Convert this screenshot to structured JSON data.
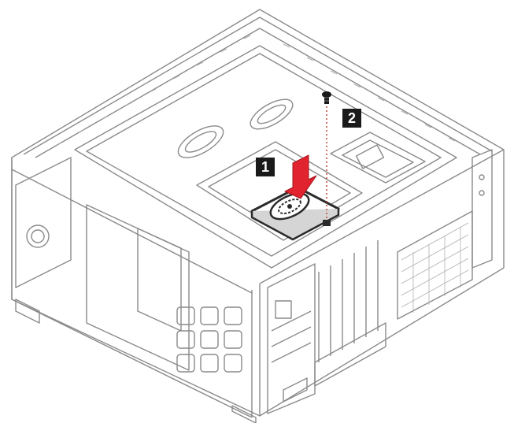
{
  "steps": [
    {
      "number": "1",
      "action": "push-down-arrow"
    },
    {
      "number": "2",
      "action": "screw"
    }
  ],
  "icons": {
    "arrow": "down-arrow-icon",
    "screw": "screw-icon"
  },
  "colors": {
    "line": "#8a8a8a",
    "arrow": "#e0232e",
    "badge_bg": "#1a1a1a",
    "badge_text": "#ffffff",
    "drive": "#2b2b2b",
    "guide": "#c0392b"
  }
}
